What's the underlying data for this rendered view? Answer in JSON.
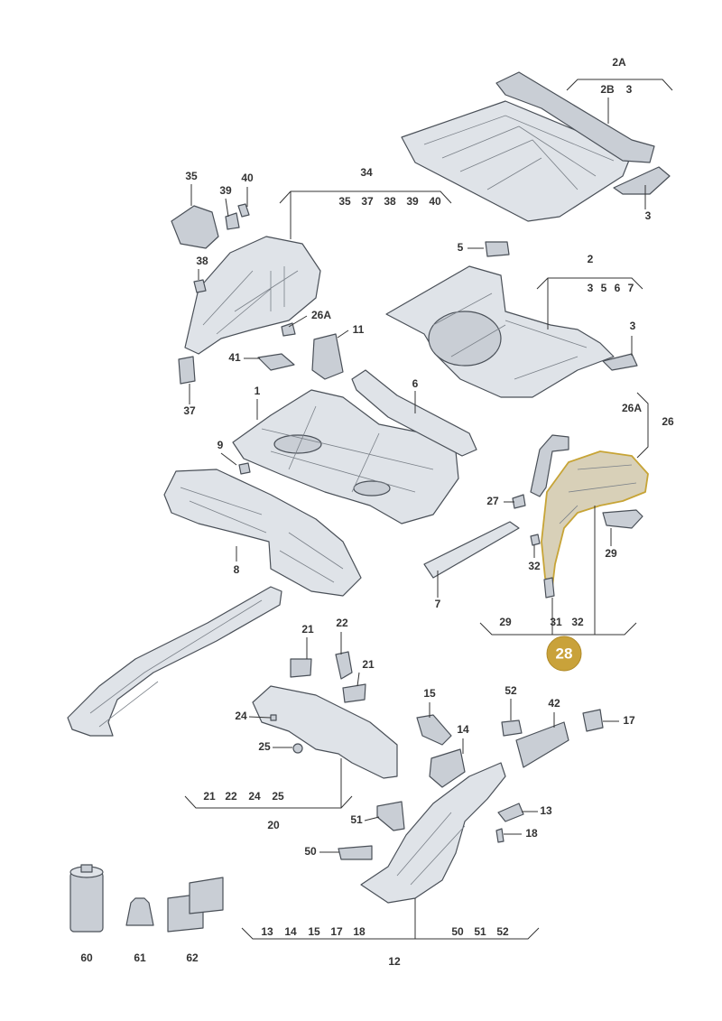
{
  "diagram": {
    "highlight_color": "#c9a23a",
    "highlighted_part": "28",
    "labels": {
      "l35": "35",
      "l40": "40",
      "l39": "39",
      "l34": "34",
      "l34a": "35",
      "l34b": "37",
      "l34c": "38",
      "l34d": "39",
      "l34e": "40",
      "l38": "38",
      "l26A": "26A",
      "l11": "11",
      "l41": "41",
      "l37": "37",
      "l1": "1",
      "l6": "6",
      "l9": "9",
      "l8": "8",
      "l7": "7",
      "l2A": "2A",
      "l2B": "2B",
      "l2B3": "3",
      "l3a": "3",
      "l5": "5",
      "l2": "2",
      "l2a": "3",
      "l2b": "5",
      "l2c": "6",
      "l2d": "7",
      "l3b": "3",
      "l26Ab": "26A",
      "l26": "26",
      "l27": "27",
      "l29a": "29",
      "l32a": "32",
      "l29b": "29",
      "l31": "31",
      "l32b": "32",
      "l21a": "21",
      "l22": "22",
      "l21b": "21",
      "l24": "24",
      "l25": "25",
      "l20a": "21",
      "l20b": "22",
      "l20c": "24",
      "l20d": "25",
      "l20": "20",
      "l15": "15",
      "l52": "52",
      "l42": "42",
      "l17": "17",
      "l14": "14",
      "l13": "13",
      "l18": "18",
      "l51": "51",
      "l50": "50",
      "l12a": "13",
      "l12b": "14",
      "l12c": "15",
      "l12d": "17",
      "l12e": "18",
      "l12f": "50",
      "l12g": "51",
      "l12h": "52",
      "l12": "12",
      "l60": "60",
      "l61": "61",
      "l62": "62"
    }
  }
}
